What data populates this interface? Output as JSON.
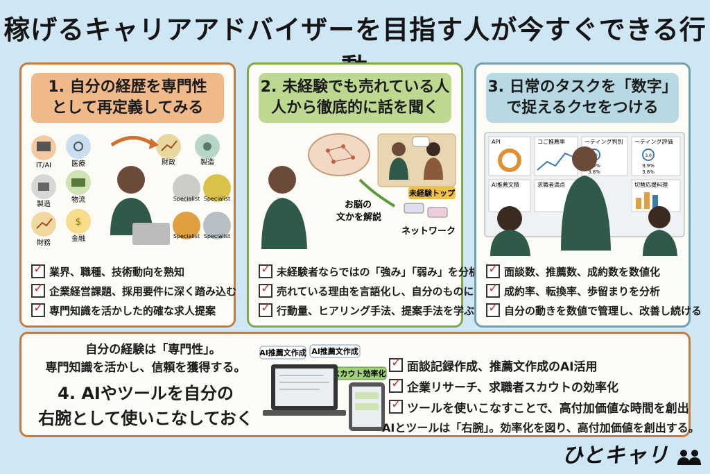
{
  "title": "稼げるキャリアアドバイザーを目指す人が今すぐできる行動",
  "panels": [
    {
      "heading_line1": "1. 自分の経歴を専門性",
      "heading_line2": "として再定義してみる",
      "icons": [
        "IT/AI",
        "医療",
        "製造",
        "物流",
        "財務",
        "金融",
        "財政",
        "製造"
      ],
      "badges": [
        "Specialist",
        "Specialist",
        "Specialist",
        "Specialist"
      ],
      "checks": [
        "業界、職種、技術動向を熟知",
        "企業経営課題、採用要件に深く踏み込む",
        "専門知識を活かした的確な求人提案"
      ]
    },
    {
      "heading_line1": "2. 未経験でも売れている人",
      "heading_line2": "人から徹底的に話を聞く",
      "labels": {
        "brain": "お脳の",
        "decode": "文かを解説",
        "network": "ネットワーク",
        "top": "未経験トップ"
      },
      "checks": [
        "未経験者ならではの「強み」「弱み」を分析",
        "売れている理由を言語化し、自分のものにする",
        "行動量、ヒアリング手法、提案手法を学ぶ"
      ]
    },
    {
      "heading_line1": "3. 日常のタスクを「数字」",
      "heading_line2": "で捉えるクセをつける",
      "dashboard": [
        "API",
        "コご推薦率",
        "ーティング判別",
        "ーティング評価",
        "AI推薦文積",
        "求職者満点",
        "切替応援料理"
      ],
      "stats": [
        "3.0",
        "3.0",
        "3.9%",
        "3.9%",
        "3.8%",
        "3.8%"
      ],
      "checks": [
        "面談数、推薦数、成約数を数値化",
        "成約率、転換率、歩留まりを分析",
        "自分の動きを数値で管理し、改善し続ける"
      ]
    }
  ],
  "bottom": {
    "sub_line1": "自分の経験は「専門性」。",
    "sub_line2": "専門知識を活かし、信頼を獲得する。",
    "title_line1": "4. AIやツールを自分の",
    "title_line2": "右腕として使いこなしておく",
    "tags": [
      "AI推薦文作成",
      "AI推薦文作成",
      "スカウト効率化"
    ],
    "checks": [
      "面談記録作成、推薦文作成のAI活用",
      "企業リサーチ、求職者スカウトの効率化",
      "ツールを使いこなすことで、高付加価値な時間を創出"
    ],
    "footer": "AIとツールは「右腕」。効率化を図り、高付加価値を創出する。"
  },
  "logo": "ひとキャリ",
  "colors": {
    "orange": "#c77a3d",
    "green": "#7ea84a",
    "blue": "#6f9fb0",
    "check": "#c0392b"
  }
}
